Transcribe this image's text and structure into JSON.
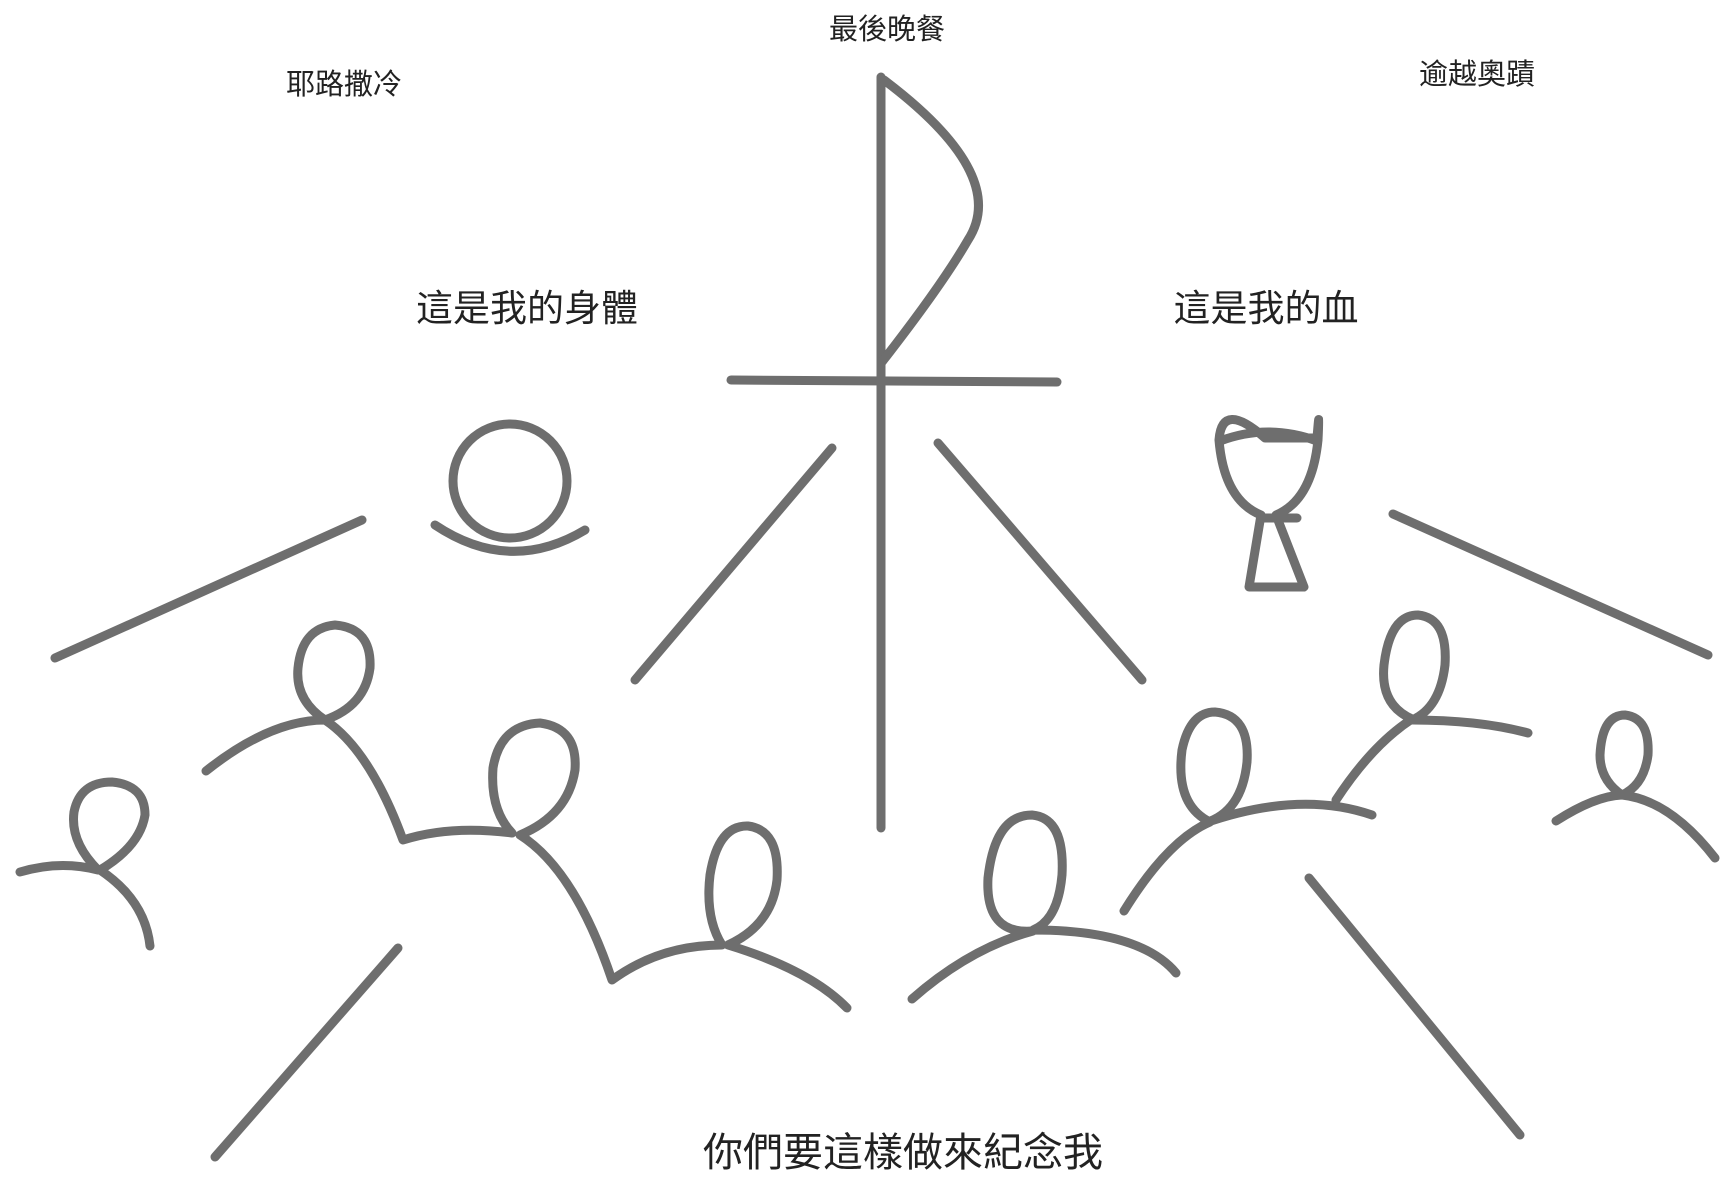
{
  "labels": {
    "top_center": "最後晚餐",
    "top_left": "耶路撒冷",
    "top_right": "逾越奧蹟",
    "body_caption": "這是我的身體",
    "blood_caption": "這是我的血",
    "bottom_caption": "你們要這樣做來紀念我"
  },
  "colors": {
    "ink": "#6e6e6e",
    "text": "#222222",
    "background": "#ffffff"
  },
  "icons": [
    "chi-rho-cross-icon",
    "host-bread-icon",
    "chalice-icon",
    "disciple-figure-icon"
  ]
}
